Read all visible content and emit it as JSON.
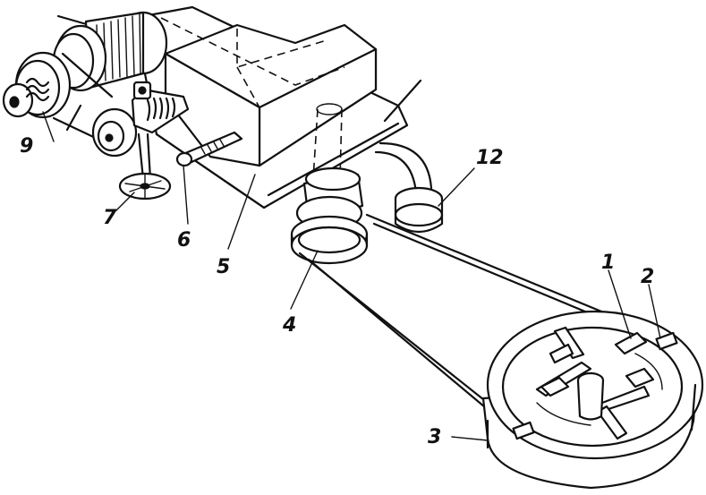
{
  "labels": {
    "n1": "1",
    "n2": "2",
    "n3": "3",
    "n4": "4",
    "n5": "5",
    "n6": "6",
    "n7": "7",
    "n9": "9",
    "n12": "12"
  }
}
